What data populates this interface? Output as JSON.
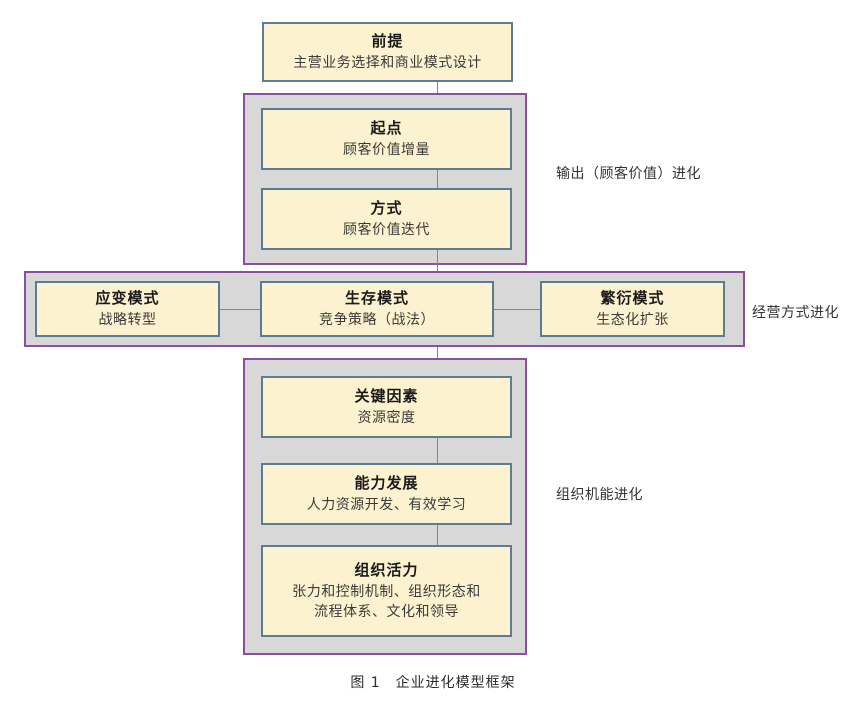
{
  "figure": {
    "caption": "图 1　企业进化模型框架"
  },
  "nodes": {
    "premise": {
      "title": "前提",
      "sub": "主营业务选择和商业模式设计"
    },
    "start": {
      "title": "起点",
      "sub": "顾客价值增量"
    },
    "method": {
      "title": "方式",
      "sub": "顾客价值迭代"
    },
    "adaptive": {
      "title": "应变模式",
      "sub": "战略转型"
    },
    "survival": {
      "title": "生存模式",
      "sub": "竞争策略（战法）"
    },
    "breeding": {
      "title": "繁衍模式",
      "sub": "生态化扩张"
    },
    "keyfactor": {
      "title": "关键因素",
      "sub": "资源密度"
    },
    "capability": {
      "title": "能力发展",
      "sub": "人力资源开发、有效学习"
    },
    "vitality": {
      "title": "组织活力",
      "sub_line1": "张力和控制机制、组织形态和",
      "sub_line2": "流程体系、文化和领导"
    }
  },
  "annotations": {
    "output_evolution": "输出（顾客价值）进化",
    "operation_evolution": "经营方式进化",
    "organization_evolution": "组织机能进化"
  },
  "colors": {
    "card_fill": "#fdf2cf",
    "card_border": "#5b7c93",
    "band_fill": "#d8d8d8",
    "band_border": "#8b4f9f",
    "connector": "#6b8ba8",
    "text": "#222222",
    "background": "#ffffff"
  }
}
